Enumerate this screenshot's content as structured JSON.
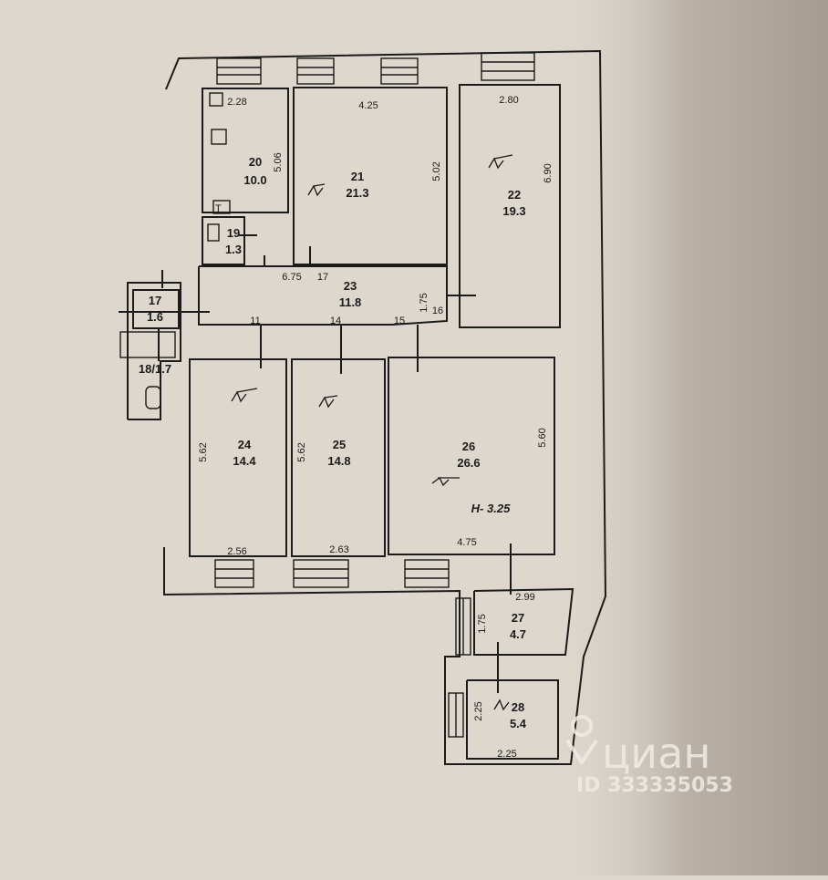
{
  "plan": {
    "rooms": [
      {
        "number": "20",
        "area": "10.0"
      },
      {
        "number": "21",
        "area": "21.3"
      },
      {
        "number": "22",
        "area": "19.3"
      },
      {
        "number": "19",
        "area": "1.3"
      },
      {
        "number": "23",
        "area": "11.8"
      },
      {
        "number": "17",
        "area": "1.6"
      },
      {
        "label": "18/1.7"
      },
      {
        "number": "24",
        "area": "14.4"
      },
      {
        "number": "25",
        "area": "14.8"
      },
      {
        "number": "26",
        "area": "26.6"
      },
      {
        "number": "27",
        "area": "4.7"
      },
      {
        "number": "28",
        "area": "5.4"
      }
    ],
    "dimensions": [
      "2.28",
      "5.06",
      "4.25",
      "5.02",
      "2.80",
      "6.90",
      "6.75",
      "1.75",
      "5.62",
      "5.62",
      "5.60",
      "2.56",
      "2.63",
      "4.75",
      "2.99",
      "1.75",
      "2.25",
      "2.25"
    ],
    "door_numbers": [
      "17",
      "11",
      "14",
      "15",
      "16"
    ],
    "ceiling_height": "H- 3.25",
    "stove_symbol": "T"
  },
  "watermark": {
    "brand": "циан",
    "id": "ID 333335053"
  }
}
